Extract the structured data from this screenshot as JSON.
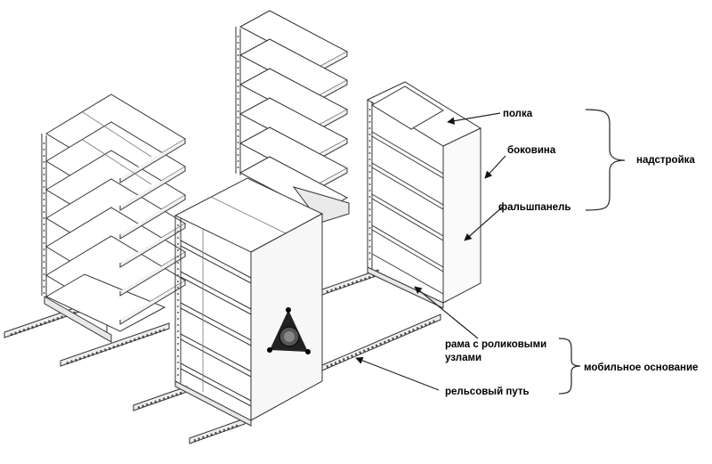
{
  "labels": {
    "polka": "полка",
    "bokovina": "боковина",
    "falshpanel": "фальшпанель",
    "nadstroyka": "надстройка",
    "rama_line1": "рама с роликовыми",
    "rama_line2": "узлами",
    "relsovy_put": "рельсовый путь",
    "mobilnoe_osnovanie": "мобильное основание"
  },
  "colors": {
    "line": "#333333",
    "light_face": "#ffffff",
    "side_face": "#f2f2f2",
    "shadow": "#e4e4e4"
  },
  "icons": {
    "emblem": "triangle-roller-emblem-icon"
  }
}
